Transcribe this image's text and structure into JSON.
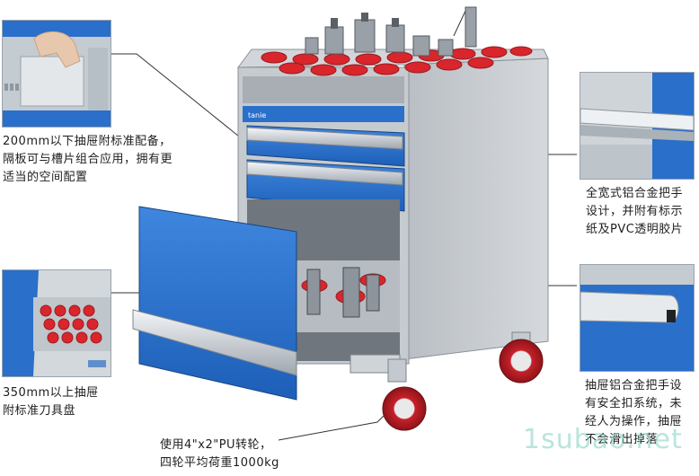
{
  "captions": {
    "top_left": [
      "200mm以下抽屉附标准配备，",
      "隔板可与槽片组合应用，拥有更",
      "适当的空间配置"
    ],
    "mid_left": [
      "350mm以上抽屉",
      "附标准刀具盘"
    ],
    "bottom_center": [
      "使用4\"x2\"PU转轮，",
      "四轮平均荷重1000kg"
    ],
    "right_top": [
      "全宽式铝合金把手",
      "设计，并附有标示",
      "纸及PVC透明胶片"
    ],
    "right_bottom": [
      "抽屉铝合金把手设",
      "有安全扣系统，未",
      "经人为操作，抽屉",
      "不会滑出掉落"
    ]
  },
  "cabinet": {
    "brand_label": "tanie"
  },
  "watermark": "1subao.net",
  "colors": {
    "blue": "#2a6fc9",
    "grey": "#c9cdd2",
    "red": "#d8262c"
  }
}
